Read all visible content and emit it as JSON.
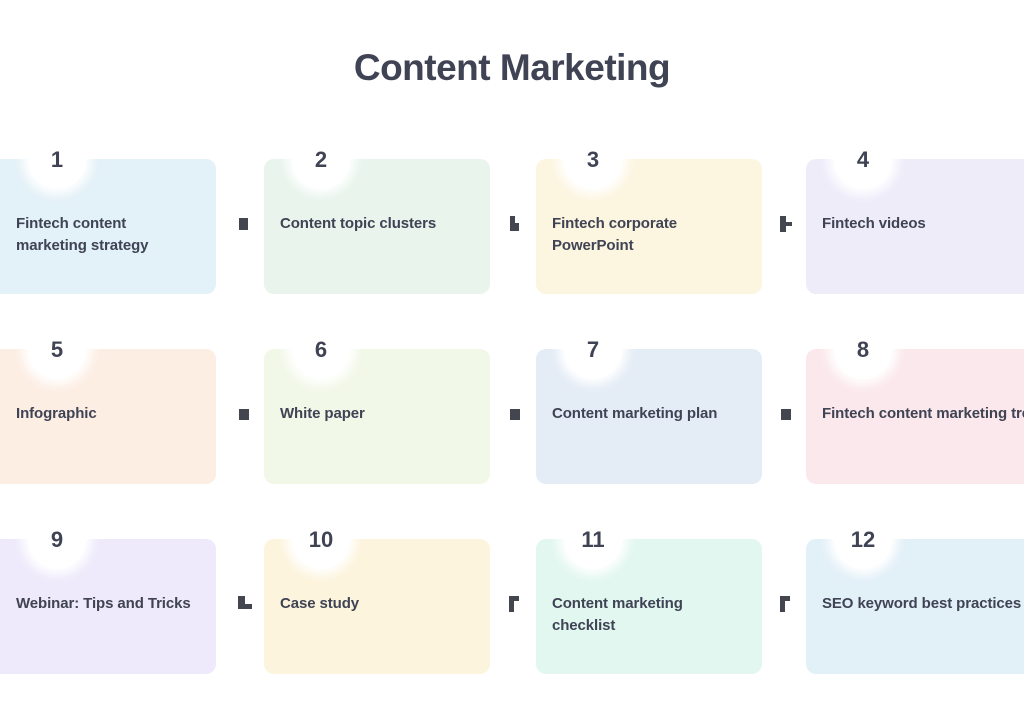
{
  "title": "Content Marketing",
  "colors": {
    "text": "#3f4354",
    "badge_bg": "#ffffff",
    "connector": "#43464f",
    "page_bg": "#ffffff"
  },
  "connector_icon": "arrow-right-icon",
  "rows": [
    {
      "cards": [
        {
          "number": "1",
          "label": "Fintech content marketing strategy",
          "color": "#e3f1f8"
        },
        {
          "number": "2",
          "label": "Content topic clusters",
          "color": "#e8f4ec"
        },
        {
          "number": "3",
          "label": "Fintech corporate PowerPoint",
          "color": "#fcf5e0"
        },
        {
          "number": "4",
          "label": "Fintech videos",
          "color": "#efecfa"
        }
      ]
    },
    {
      "cards": [
        {
          "number": "5",
          "label": "Infographic",
          "color": "#fdeee4"
        },
        {
          "number": "6",
          "label": "White paper",
          "color": "#f2f8e8"
        },
        {
          "number": "7",
          "label": "Content marketing plan",
          "color": "#e4ecf6"
        },
        {
          "number": "8",
          "label": "Fintech content marketing trends",
          "color": "#fbe8ec"
        }
      ]
    },
    {
      "cards": [
        {
          "number": "9",
          "label": "Webinar: Tips and Tricks",
          "color": "#eeeafb"
        },
        {
          "number": "10",
          "label": "Case study",
          "color": "#fdf4dd"
        },
        {
          "number": "11",
          "label": "Content marketing checklist",
          "color": "#e2f7f0"
        },
        {
          "number": "12",
          "label": "SEO keyword best practices",
          "color": "#e2f0f8"
        }
      ]
    }
  ]
}
